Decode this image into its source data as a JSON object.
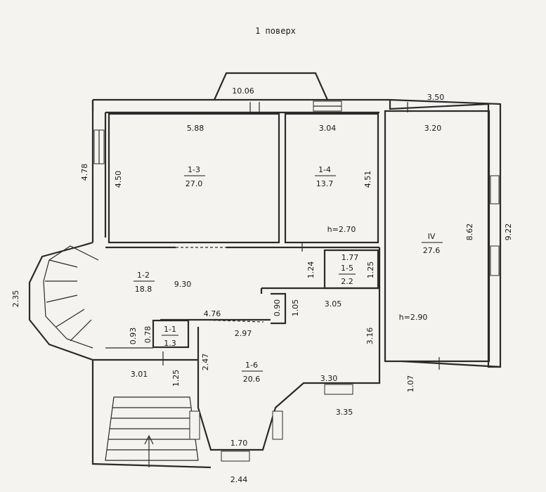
{
  "title": "1 поверх",
  "rooms": {
    "r13": {
      "id": "1-3",
      "area": "27.0"
    },
    "r14": {
      "id": "1-4",
      "area": "13.7"
    },
    "r12": {
      "id": "1-2",
      "area": "18.8"
    },
    "r15": {
      "id": "1-5",
      "area": "2.2"
    },
    "r11": {
      "id": "1-1",
      "area": "1.3"
    },
    "r16": {
      "id": "1-6",
      "area": "20.6"
    },
    "rIV": {
      "id": "IV",
      "area": "27.6"
    }
  },
  "heights": {
    "h1": "h=2.70",
    "h2": "h=2.90"
  },
  "dims": {
    "d1006": "10.06",
    "d350": "3.50",
    "d588": "5.88",
    "d304": "3.04",
    "d320": "3.20",
    "d478": "4.78",
    "d450": "4.50",
    "d451": "4.51",
    "d862": "8.62",
    "d922": "9.22",
    "d177": "1.77",
    "d124": "1.24",
    "d125a": "1.25",
    "d930": "9.30",
    "d235": "2.35",
    "d476": "4.76",
    "d090": "0.90",
    "d105": "1.05",
    "d305": "3.05",
    "d093": "0.93",
    "d078": "0.78",
    "d297": "2.97",
    "d316": "3.16",
    "d301": "3.01",
    "d125b": "1.25",
    "d247": "2.47",
    "d330": "3.30",
    "d107": "1.07",
    "d335": "3.35",
    "d170": "1.70",
    "d244": "2.44"
  }
}
